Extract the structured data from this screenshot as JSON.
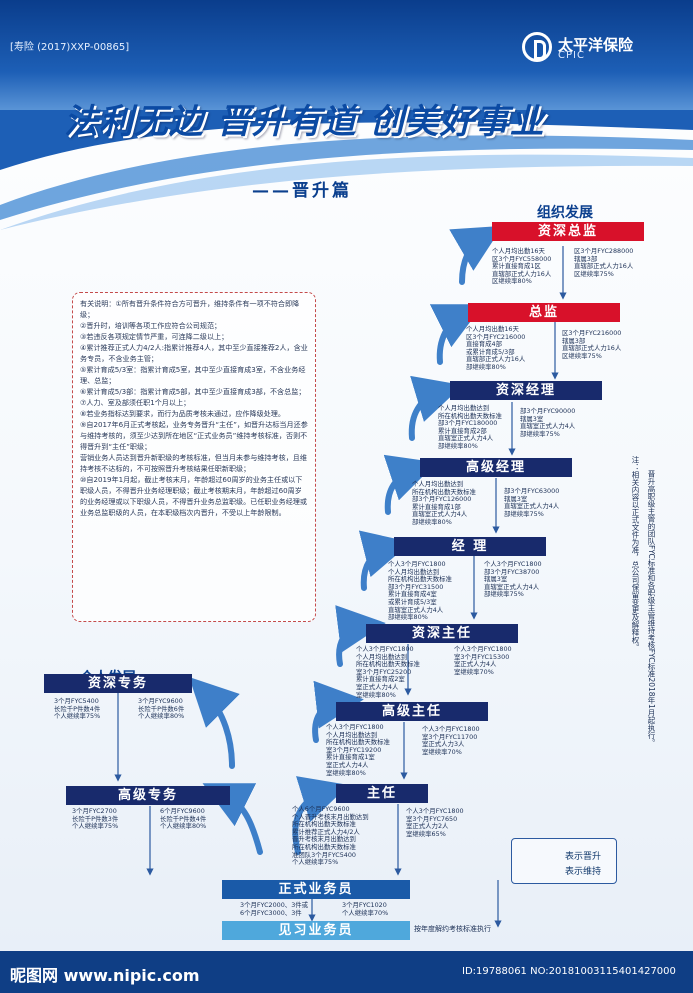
{
  "doc_code": "[寿险 (2017)XXP-00865]",
  "brand": {
    "cn": "太平洋保险",
    "en": "CPIC"
  },
  "title": "法利无边 晋升有道 创美好事业",
  "subtitle": "——晋升篇",
  "org_title": "组织发展",
  "ind_title": "个人发展",
  "notes": [
    "有关说明：①所有晋升条件符合方可晋升，维持条件有一项不符合即降级；",
    "②晋升时，培训等各项工作应符合公司规范；",
    "③若违反各项规定情节严重，可连降二级以上；",
    "④累计推荐正式人力4/2人:指累计推荐4人，其中至少直接推荐2人，含业务专员，不含业务主管；",
    "⑤累计育成5/3室：指累计育成5室，其中至少直接育成3室，不含业务经理、总监；",
    "⑥累计育成5/3部：指累计育成5部，其中至少直接育成3部，不含总监；",
    "⑦人力、室及部须任职1个月以上；",
    "⑧若业务指标达到要求，而行为品质考核未通过，应作降级处理。",
    "⑨自2017年6月正式考核起，业务专务晋升“主任”，如晋升达标当月还参与维持考核的，须至少达到所在地区“正式业务员”维持考核标准，否则不得晋升到“主任”职级；",
    "营销业务人员达到晋升新职级的考核标准，但当月未参与维持考核，且维持考核不达标的，不可按照晋升考核结果任职新职级；",
    "⑩自2019年1月起，截止考核末月，年龄超过60周岁的业务主任或以下职级人员，不得晋升业务经理职级；截止考核期末月，年龄超过60周岁的业务经理或以下职级人员，不得晋升业务总监职级。已任职业务经理或业务总监职级的人员，在本职级档次内晋升，不受以上年龄限制。"
  ],
  "org_levels": [
    {
      "label": "资深总监",
      "promo": [
        "个人月均出勤16天",
        "区3个月FYC558000",
        "累计直接育成1区",
        "直辖部正式人力16人",
        "区继续率80%"
      ],
      "maintain": [
        "区3个月FYC288000",
        "辖属3部",
        "直辖部正式人力16人",
        "区继续率75%"
      ]
    },
    {
      "label": "总监",
      "promo": [
        "个人月均出勤16天",
        "区3个月FYC216000",
        "直接育成4部",
        "或累计育成5/3部",
        "直辖部正式人力16人",
        "部继续率80%"
      ],
      "maintain": [
        "区3个月FYC216000",
        "辖属3部",
        "直辖部正式人力16人",
        "区继续率75%"
      ]
    },
    {
      "label": "资深经理",
      "promo": [
        "个人月均出勤达到",
        "所在机构出勤天数标准",
        "部3个月FYC180000",
        "累计直接育成2部",
        "直辖室正式人力4人",
        "部继续率80%"
      ],
      "maintain": [
        "部3个月FYC90000",
        "辖属3室",
        "直辖室正式人力4人",
        "部继续率75%"
      ]
    },
    {
      "label": "高级经理",
      "promo": [
        "个人月均出勤达到",
        "所在机构出勤天数标准",
        "部3个月FYC126000",
        "累计直接育成1部",
        "直辖室正式人力4人",
        "部继续率80%"
      ],
      "maintain": [
        "部3个月FYC63000",
        "辖属3室",
        "直辖室正式人力4人",
        "部继续率75%"
      ]
    },
    {
      "label": "经 理",
      "promo": [
        "个人3个月FYC1800",
        "个人月均出勤达到",
        "所在机构出勤天数标准",
        "部3个月FYC31500",
        "累计直接育成4室",
        "或累计育成5/3室",
        "直辖室正式人力4人",
        "部继续率80%"
      ],
      "maintain": [
        "个人3个月FYC1800",
        "部3个月FYC38700",
        "辖属3室",
        "直辖室正式人力4人",
        "部继续率75%"
      ]
    },
    {
      "label": "资深主任",
      "promo": [
        "个人3个月FYC1800",
        "个人月均出勤达到",
        "所在机构出勤天数标准",
        "室3个月FYC25200",
        "累计直接育成2室",
        "室正式人力4人",
        "室继续率80%"
      ],
      "maintain": [
        "个人3个月FYC1800",
        "室3个月FYC15300",
        "室正式人力4人",
        "室继续率70%"
      ]
    },
    {
      "label": "高级主任",
      "promo": [
        "个人3个月FYC1800",
        "个人月均出勤达到",
        "所在机构出勤天数标准",
        "室3个月FYC19200",
        "累计直接育成1室",
        "室正式人力4人",
        "室继续率80%"
      ],
      "maintain": [
        "个人3个月FYC1800",
        "室3个月FYC11700",
        "室正式人力3人",
        "室继续率70%"
      ]
    },
    {
      "label": "主任",
      "promo": [
        "个人6个月FYC9600",
        "个人晋升考核末月出勤达到",
        "所在机构出勤天数标准",
        "累计推荐正式人力4/2人",
        "晋升考核末月出勤达到",
        "所在机构出勤天数标准",
        "准团队3个月FYC5400",
        "个人继续率75%"
      ],
      "maintain": [
        "个人3个月FYC1800",
        "室3个月FYC7650",
        "室正式人力2人",
        "室继续率65%"
      ]
    }
  ],
  "ind_levels": [
    {
      "label": "资深专务",
      "promo": [
        "3个月FYC5400",
        "长险千P件数4件",
        "个人继续率75%"
      ],
      "maintain": [
        "3个月FYC9600",
        "长险千P件数6件",
        "个人继续率80%"
      ]
    },
    {
      "label": "高级专务",
      "promo": [
        "3个月FYC2700",
        "长险千P件数3件",
        "个人继续率75%"
      ],
      "maintain": [
        "6个月FYC9600",
        "长险千P件数4件",
        "个人继续率80%"
      ]
    }
  ],
  "formal": {
    "label": "正式业务员",
    "promo": [
      "3个月FYC2000、3件或",
      "6个月FYC3000、3件"
    ],
    "maintain": [
      "3个月FYC1020",
      "个人继续率70%"
    ]
  },
  "trainee": {
    "label": "见习业务员",
    "note": "按年度解约考核标准执行"
  },
  "side_note": "注：相关内容以正式文件为准，总公司保留变更及解释权。",
  "side_note2": "晋升高职级主管的团队FYC标准和各职级主管维持考核FYC标准2018年1月起执行。",
  "legend": {
    "promote": "表示晋升",
    "maintain": "表示维持"
  },
  "watermark": {
    "left": "昵图网 www.nipic.com",
    "right": "ID:19788061 NO:20181003115401427000"
  },
  "colors": {
    "red": "#d8112a",
    "navy": "#182a6c",
    "blue": "#1a5aa8",
    "light_blue": "#4fa8dc"
  }
}
